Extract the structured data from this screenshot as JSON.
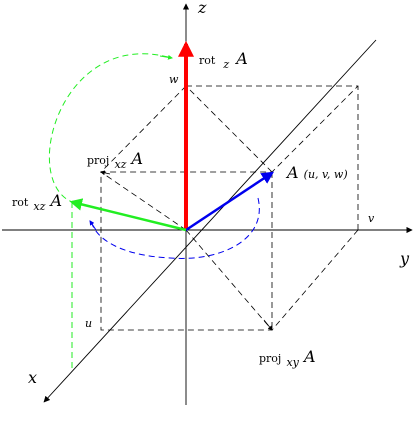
{
  "labels": {
    "z_axis": "z",
    "y_axis": "y",
    "x_axis": "x",
    "w_mark": "w",
    "v_mark": "v",
    "u_mark": "u",
    "rot_z_prefix": "rot",
    "rot_z_sub": "z",
    "rot_z_var": "A",
    "proj_xz_prefix": "proj",
    "proj_xz_sub": "xz",
    "proj_xz_var": "A",
    "rot_xz_prefix": "rot",
    "rot_xz_sub": "xz",
    "rot_xz_var": "A",
    "point_a_var": "A",
    "point_a_coords": "(u, v, w)",
    "proj_xy_prefix": "proj",
    "proj_xy_sub": "xy",
    "proj_xy_var": "A"
  },
  "colors": {
    "axes": "#000000",
    "rot_z": "#ff0000",
    "rot_xz": "#22ee22",
    "vector_a": "#0000ee",
    "dashed_frame": "#000000",
    "arc_green": "#22ee22",
    "arc_blue": "#0000ee"
  }
}
